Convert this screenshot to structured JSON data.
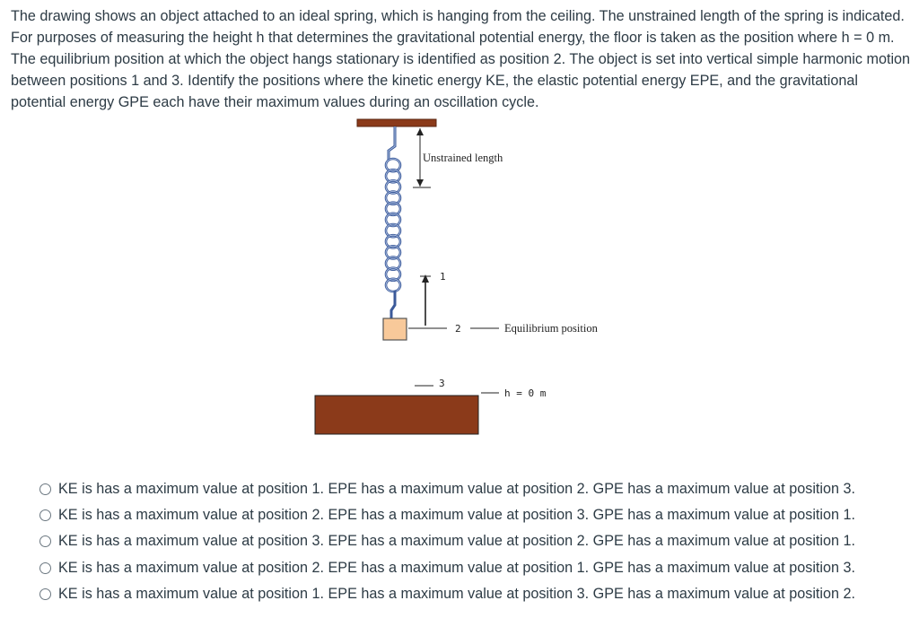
{
  "question": {
    "text": "The drawing shows an object attached to an ideal spring, which is hanging from the ceiling. The unstrained length of the spring is indicated. For purposes of measuring the height h that determines the gravitational potential energy, the floor is taken as the position where h = 0 m. The equilibrium position at which the object hangs stationary is identified as position 2. The object is set into vertical simple harmonic motion between positions 1 and 3. Identify the positions where the kinetic energy KE, the elastic potential energy EPE, and the gravitational potential energy GPE each have their maximum values during an oscillation cycle."
  },
  "figure": {
    "unstrained_label": "Unstrained length",
    "position_1": "1",
    "position_2": "2",
    "position_3": "3",
    "equilibrium_label": "Equilibrium position",
    "floor_label": "h = 0 m",
    "colors": {
      "ceiling": "#8b3a1a",
      "floor": "#8b3a1a",
      "spring": "#3b5a9a",
      "mass": "#f8c99a"
    }
  },
  "answers": [
    "KE is has a maximum value at position 1. EPE has a maximum value at position 2. GPE has a maximum value at position 3.",
    "KE is has a maximum value at position 2. EPE has a maximum value at position 3. GPE has a maximum value at position 1.",
    "KE is has a maximum value at position 3. EPE has a maximum value at position 2. GPE has a maximum value at position 1.",
    "KE is has a maximum value at position 2. EPE has a maximum value at position 1. GPE has a maximum value at position 3.",
    "KE is has a maximum value at position 1. EPE has a maximum value at position 3. GPE has a maximum value at position 2."
  ]
}
